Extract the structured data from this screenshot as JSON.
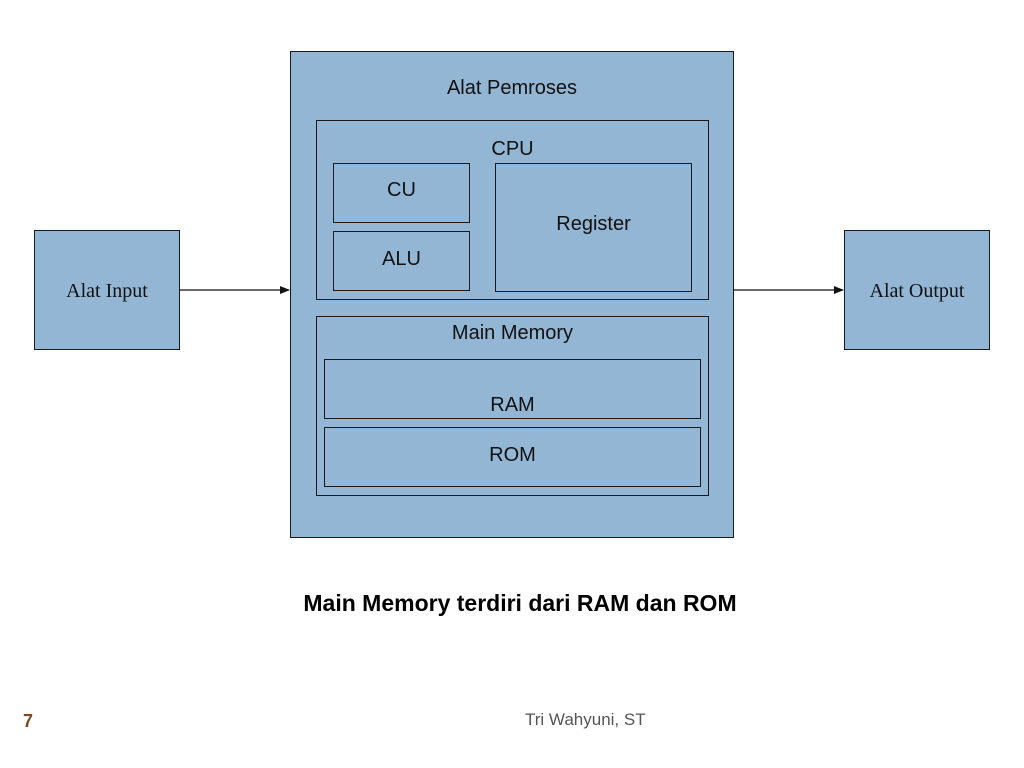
{
  "diagram": {
    "input_label": "Alat Input",
    "output_label": "Alat Output",
    "processor": {
      "label": "Alat Pemroses",
      "cpu": {
        "label": "CPU",
        "cu": "CU",
        "alu": "ALU",
        "register": "Register"
      },
      "main_memory": {
        "label": "Main Memory",
        "ram": "RAM",
        "rom": "ROM"
      }
    },
    "colors": {
      "box_fill": "#93b6d4",
      "border": "#1a1a1a"
    }
  },
  "caption": "Main Memory terdiri dari RAM dan ROM",
  "footer": {
    "author": "Tri Wahyuni, ST",
    "page_number": "7"
  }
}
